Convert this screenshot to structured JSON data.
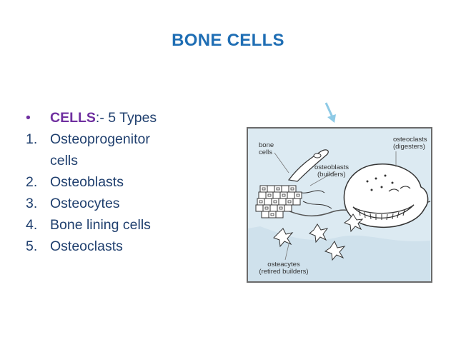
{
  "slide": {
    "title": "BONE CELLS",
    "intro": {
      "strong": "CELLS",
      "rest": ":- 5 Types"
    },
    "items": [
      {
        "num": "1.",
        "line1": "Osteoprogenitor",
        "line2": "cells"
      },
      {
        "num": "2.",
        "text": "Osteoblasts"
      },
      {
        "num": "3.",
        "text": "Osteocytes"
      },
      {
        "num": "4.",
        "text": "Bone lining cells"
      },
      {
        "num": "5.",
        "text": "Osteoclasts"
      }
    ]
  },
  "figure": {
    "labels": {
      "bone_cells_1": "bone",
      "bone_cells_2": "cells",
      "osteoclasts_1": "osteoclasts",
      "osteoclasts_2": "(digesters)",
      "osteoblasts_1": "osteoblasts",
      "osteoblasts_2": "(builders)",
      "osteocytes_1": "osteacytes",
      "osteocytes_2": "(retired builders)"
    }
  },
  "colors": {
    "title": "#1f6eb4",
    "accent": "#7030a0",
    "text": "#1f3f6e",
    "figure_bg": "#dceaf2"
  }
}
